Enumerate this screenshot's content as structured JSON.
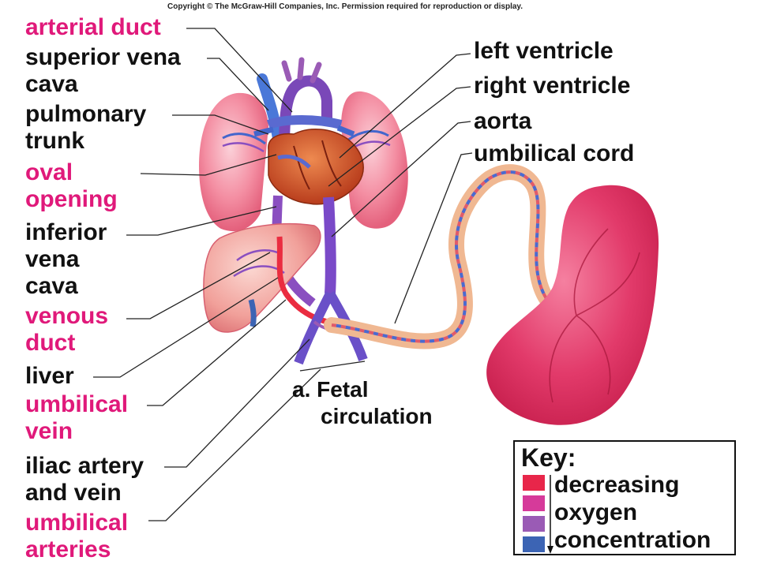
{
  "copyright": "Copyright © The McGraw-Hill Companies, Inc. Permission required for reproduction or display.",
  "labels": {
    "arterial_duct": "arterial duct",
    "superior_vena_cava_1": "superior vena",
    "superior_vena_cava_2": "cava",
    "pulmonary_trunk_1": "pulmonary",
    "pulmonary_trunk_2": "trunk",
    "oval_opening_1": "oval",
    "oval_opening_2": "opening",
    "inferior_vena_cava_1": "inferior",
    "inferior_vena_cava_2": "vena",
    "inferior_vena_cava_3": "cava",
    "venous_duct_1": "venous",
    "venous_duct_2": "duct",
    "liver": "liver",
    "umbilical_vein_1": "umbilical",
    "umbilical_vein_2": "vein",
    "iliac_1": "iliac artery",
    "iliac_2": "and vein",
    "umbilical_arteries_1": "umbilical",
    "umbilical_arteries_2": "arteries",
    "left_ventricle": "left ventricle",
    "right_ventricle": "right ventricle",
    "aorta": "aorta",
    "umbilical_cord": "umbilical cord",
    "caption_1": "a. Fetal",
    "caption_2": "circulation"
  },
  "key": {
    "title": "Key:",
    "lines": [
      "decreasing",
      "oxygen",
      "concentration"
    ],
    "colors": [
      "#e8264a",
      "#d63a9a",
      "#9a5bb5",
      "#3c64b4"
    ]
  },
  "colors": {
    "pink_label": "#e0197a",
    "artery_red": "#e8264a",
    "vein_blue": "#4466cc",
    "mixed_purple": "#8a4fc0",
    "lung_pink": "#f28aa0",
    "heart": "#d4582a",
    "liver": "#f0a0a0",
    "placenta": "#e33a6a"
  }
}
